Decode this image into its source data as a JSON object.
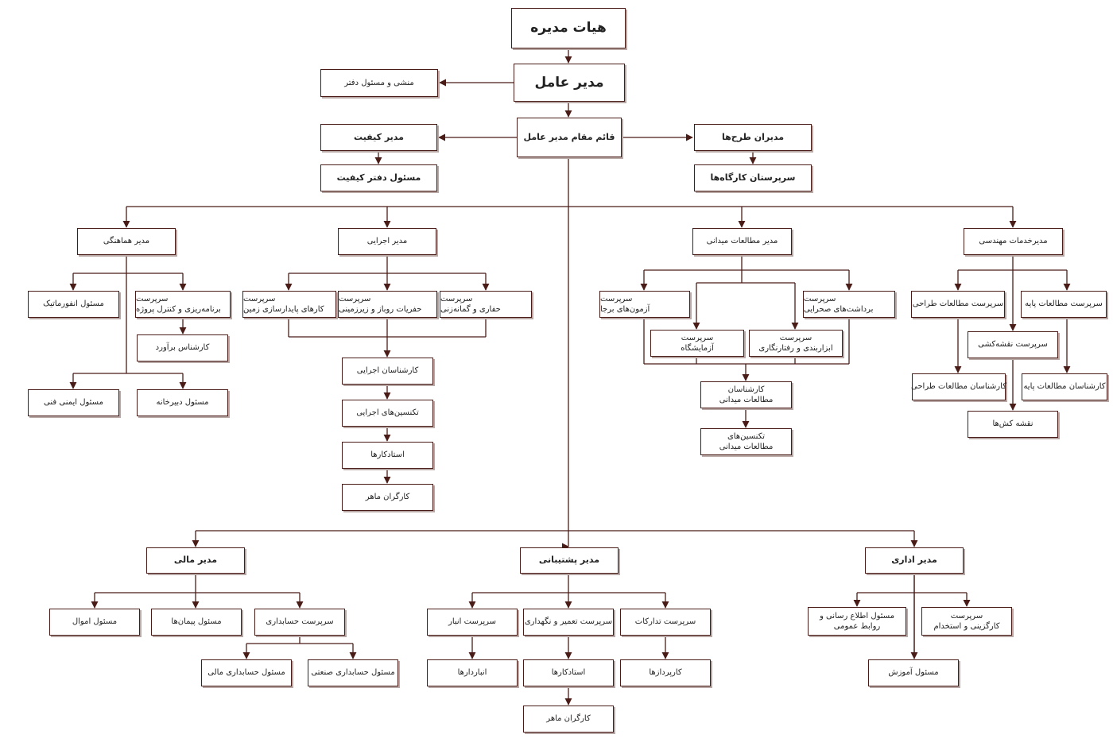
{
  "colors": {
    "line": "#4a1c17",
    "shadow": "#b9a9a6"
  },
  "nodes": {
    "board": [
      "هیات مدیره"
    ],
    "ceo": [
      "مدیر عامل"
    ],
    "secretary": [
      "منشی و مسئول دفتر"
    ],
    "deputy": [
      "قائم مقام مدیر عامل"
    ],
    "quality_mgr": [
      "مدیر کیفیت"
    ],
    "quality_office": [
      "مسئول دفتر کیفیت"
    ],
    "project_mgrs": [
      "مدیران طرح‌ها"
    ],
    "workshop_sup": [
      "سرپرستان کارگاه‌ها"
    ],
    "coord_mgr": [
      "مدیر هماهنگی"
    ],
    "info_officer": [
      "مسئول انفورماتیک"
    ],
    "planning_sup": [
      "سرپرست",
      "برنامه‌ریزی و کنترل پروژه"
    ],
    "estimator": [
      "کارشناس برآورد"
    ],
    "safety_officer": [
      "مسئول ایمنی فنی"
    ],
    "secretariat": [
      "مسئول دبیرخانه"
    ],
    "exec_mgr": [
      "مدیر اجرایی"
    ],
    "stabilization_sup": [
      "سرپرست",
      "کارهای پایدارسازی زمین"
    ],
    "surface_sup": [
      "سرپرست",
      "حفریات روباز و زیرزمینی"
    ],
    "drilling_sup": [
      "سرپرست",
      "حفاری و گمانه‌زنی"
    ],
    "exec_expert": [
      "کارشناسان اجرایی"
    ],
    "exec_tech": [
      "تکنسین‌های اجرایی"
    ],
    "exec_masters": [
      "استادکارها"
    ],
    "exec_workers": [
      "کارگران ماهر"
    ],
    "field_mgr": [
      "مدیر مطالعات میدانی"
    ],
    "insitu_sup": [
      "سرپرست",
      "آزمون‌های برجا"
    ],
    "sampling_sup": [
      "سرپرست",
      "برداشت‌های صحرایی"
    ],
    "lab_sup": [
      "سرپرست",
      "آزمایشگاه"
    ],
    "instrument_sup": [
      "سرپرست",
      "ابزاربندی و رفتارنگاری"
    ],
    "field_expert": [
      "کارشناسان",
      "مطالعات میدانی"
    ],
    "field_tech": [
      "تکنسین‌های",
      "مطالعات میدانی"
    ],
    "eng_mgr": [
      "مدیرخدمات مهندسی"
    ],
    "design_sup": [
      "سرپرست مطالعات طراحی"
    ],
    "base_sup": [
      "سرپرست مطالعات پایه"
    ],
    "mapping_sup": [
      "سرپرست نقشه‌کشی"
    ],
    "design_expert": [
      "کارشناسان مطالعات طراحی"
    ],
    "base_expert": [
      "کارشناسان مطالعات پایه"
    ],
    "drafters": [
      "نقشه کش‌ها"
    ],
    "fin_mgr": [
      "مدیر مالی"
    ],
    "assets_officer": [
      "مسئول اموال"
    ],
    "contracts_officer": [
      "مسئول پیمان‌ها"
    ],
    "accounting_sup": [
      "سرپرست حسابداری"
    ],
    "fin_accountant": [
      "مسئول حسابداری مالی"
    ],
    "ind_accountant": [
      "مسئول حسابداری صنعتی"
    ],
    "support_mgr": [
      "مدیر پشتیبانی"
    ],
    "warehouse_sup": [
      "سرپرست انبار"
    ],
    "maint_sup": [
      "سرپرست تعمیر و نگهداری"
    ],
    "procure_sup": [
      "سرپرست تدارکات"
    ],
    "storekeepers": [
      "انباردارها"
    ],
    "maint_masters": [
      "استادکارها"
    ],
    "buyers": [
      "کارپردازها"
    ],
    "maint_workers": [
      "کارگران ماهر"
    ],
    "admin_mgr": [
      "مدیر اداری"
    ],
    "pr_officer": [
      "مسئول اطلاع رسانی و",
      "روابط عمومی"
    ],
    "hr_sup": [
      "سرپرست",
      "کارگزینی و استخدام"
    ],
    "training_officer": [
      "مسئول آموزش"
    ]
  }
}
